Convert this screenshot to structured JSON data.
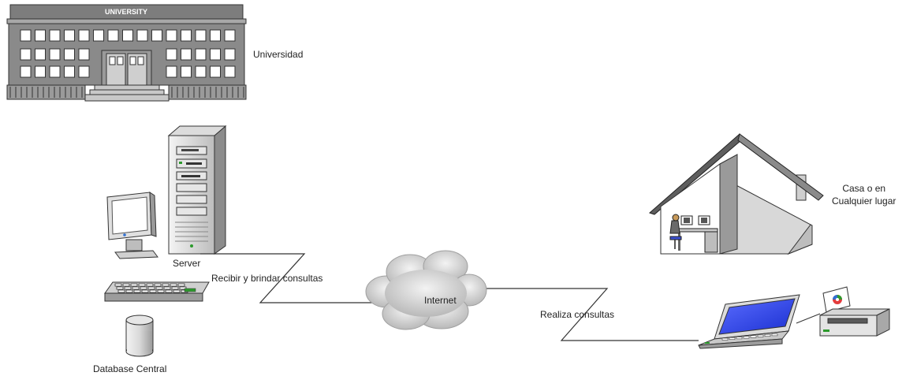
{
  "diagram": {
    "university": {
      "sign": "UNIVERSITY",
      "label": "Universidad"
    },
    "server": {
      "label": "Server"
    },
    "database": {
      "label": "Database Central"
    },
    "cloud": {
      "label": "Internet"
    },
    "links": {
      "server_to_internet": "Recibir y brindar consultas",
      "internet_to_laptop": "Realiza consultas"
    },
    "home": {
      "label": "Casa o en\nCualquier lugar"
    }
  }
}
